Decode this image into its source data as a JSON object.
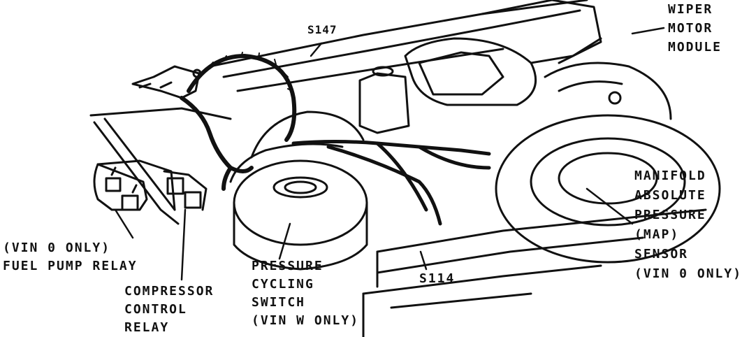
{
  "diagram": {
    "colors": {
      "ink": "#111111",
      "paper": "#ffffff"
    },
    "splices": {
      "s147": "S147",
      "s114": "S114"
    },
    "labels": {
      "wiper_motor_module": [
        "WIPER",
        "MOTOR",
        "MODULE"
      ],
      "fuel_pump_relay": [
        "(VIN 0 ONLY)",
        "FUEL PUMP RELAY"
      ],
      "compressor_control_relay": [
        "COMPRESSOR",
        "CONTROL",
        "RELAY"
      ],
      "pressure_cycling_switch": [
        "PRESSURE",
        "CYCLING",
        "SWITCH",
        "(VIN W ONLY)"
      ],
      "map_sensor": [
        "MANIFOLD",
        "ABSOLUTE",
        "PRESSURE",
        "(MAP)",
        "SENSOR",
        "(VIN 0 ONLY)"
      ]
    }
  }
}
